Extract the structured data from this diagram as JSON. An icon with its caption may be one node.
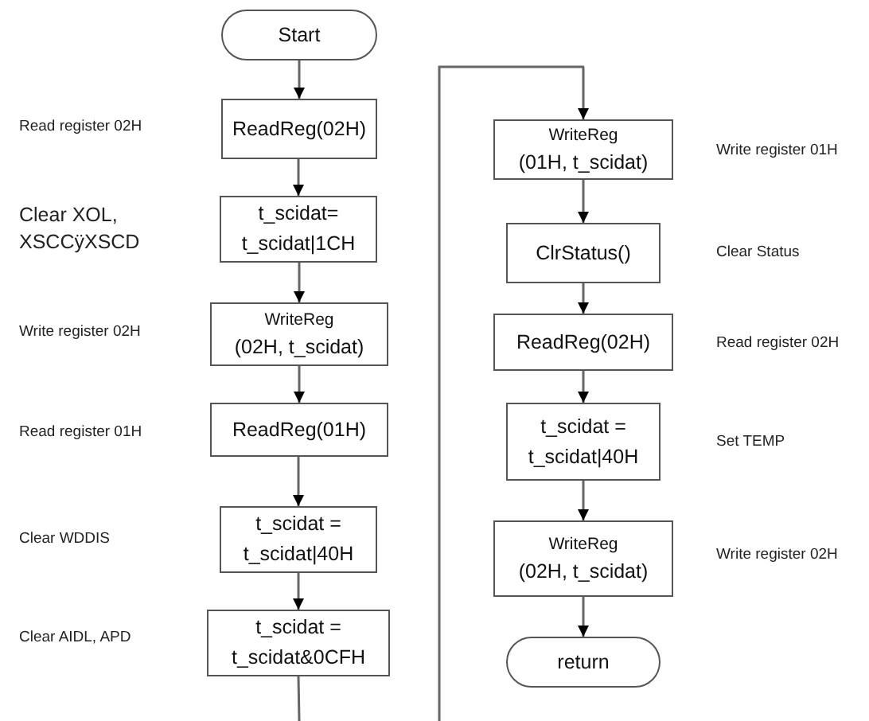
{
  "diagram": {
    "nodes": [
      {
        "text": [
          "Start"
        ]
      },
      {
        "text": [
          "ReadReg(02H)"
        ]
      },
      {
        "text": [
          "t_scidat= t_scidat|1CH"
        ]
      },
      {
        "text": [
          "WriteReg",
          "(02H, t_scidat)"
        ]
      },
      {
        "text": [
          "ReadReg(01H)"
        ]
      },
      {
        "text": [
          "t_scidat = t_scidat|40H"
        ]
      },
      {
        "text": [
          "t_scidat = t_scidat&0CFH"
        ]
      },
      {
        "text": [
          "WriteReg",
          "(01H, t_scidat)"
        ],
        "beside": [
          "Write register 01H"
        ]
      },
      {
        "text": [
          "ClrStatus()"
        ],
        "beside": [
          "Clear Status"
        ]
      },
      {
        "text": [
          "ReadReg(02H)"
        ],
        "beside": [
          "Read register 02H"
        ]
      },
      {
        "text": [
          "t_scidat = t_scidat|40H"
        ],
        "beside": [
          "Set TEMP"
        ]
      },
      {
        "text": [
          "WriteReg",
          "(02H, t_scidat)"
        ],
        "beside": [
          "Write register 02H"
        ]
      },
      {
        "text": [
          "return"
        ]
      }
    ],
    "edges": [
      {
        "from": 0,
        "to": 1,
        "arrow": "to"
      },
      {
        "from": 1,
        "to": 2,
        "arrow": "to"
      },
      {
        "from": 2,
        "to": 3,
        "arrow": "to"
      },
      {
        "from": 3,
        "to": 4,
        "arrow": "to"
      },
      {
        "from": 4,
        "to": 5,
        "arrow": "to"
      },
      {
        "from": 5,
        "to": 6,
        "arrow": "to"
      },
      {
        "from": 6,
        "to": null,
        "arrow": "none"
      },
      {
        "from": null,
        "to": 7,
        "arrow": "to"
      },
      {
        "from": 7,
        "to": 8,
        "arrow": "to"
      },
      {
        "from": 8,
        "to": 9,
        "arrow": "to"
      },
      {
        "from": 9,
        "to": 10,
        "arrow": "to"
      },
      {
        "from": 10,
        "to": 11,
        "arrow": "to"
      },
      {
        "from": 11,
        "to": 12,
        "arrow": "to"
      }
    ],
    "labels": [
      "Read register 02H",
      "Clear XOL, XSCCÿXSCD",
      "Write register 02H",
      "Read register 01H",
      "Clear WDDIS",
      "Clear AIDL, APD"
    ]
  }
}
